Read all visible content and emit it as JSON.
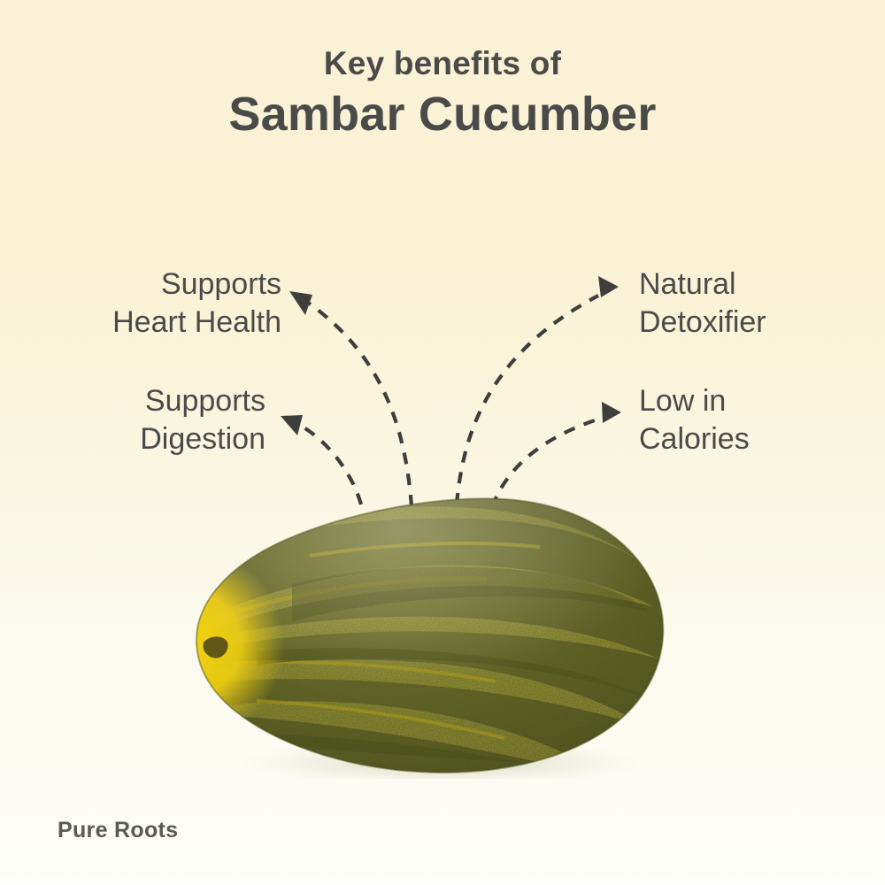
{
  "poster": {
    "background_top_color": "#F9F2D6",
    "background_bottom_color": "#FDFDF9",
    "text_color": "#4A4A48"
  },
  "header": {
    "eyebrow": "Key benefits of",
    "title": "Sambar Cucumber"
  },
  "benefits": [
    {
      "id": "heart",
      "label": "Supports\nHeart Health",
      "side": "left"
    },
    {
      "id": "digestion",
      "label": "Supports\nDigestion",
      "side": "left"
    },
    {
      "id": "detox",
      "label": "Natural\nDetoxifier",
      "side": "right"
    },
    {
      "id": "calories",
      "label": "Low in\nCalories",
      "side": "right"
    }
  ],
  "connectors": {
    "style": "dashed-curved-arrow",
    "stroke_color": "#3E3E3C",
    "count": 4
  },
  "subject": {
    "name": "sambar-cucumber",
    "description": "Whole oval sambar cucumber with green and yellow stripes",
    "body_color": "#5E6224",
    "stripe_color": "#F2D319",
    "stem_end_color": "#E8C512"
  },
  "footer": {
    "brand": "Pure Roots"
  }
}
